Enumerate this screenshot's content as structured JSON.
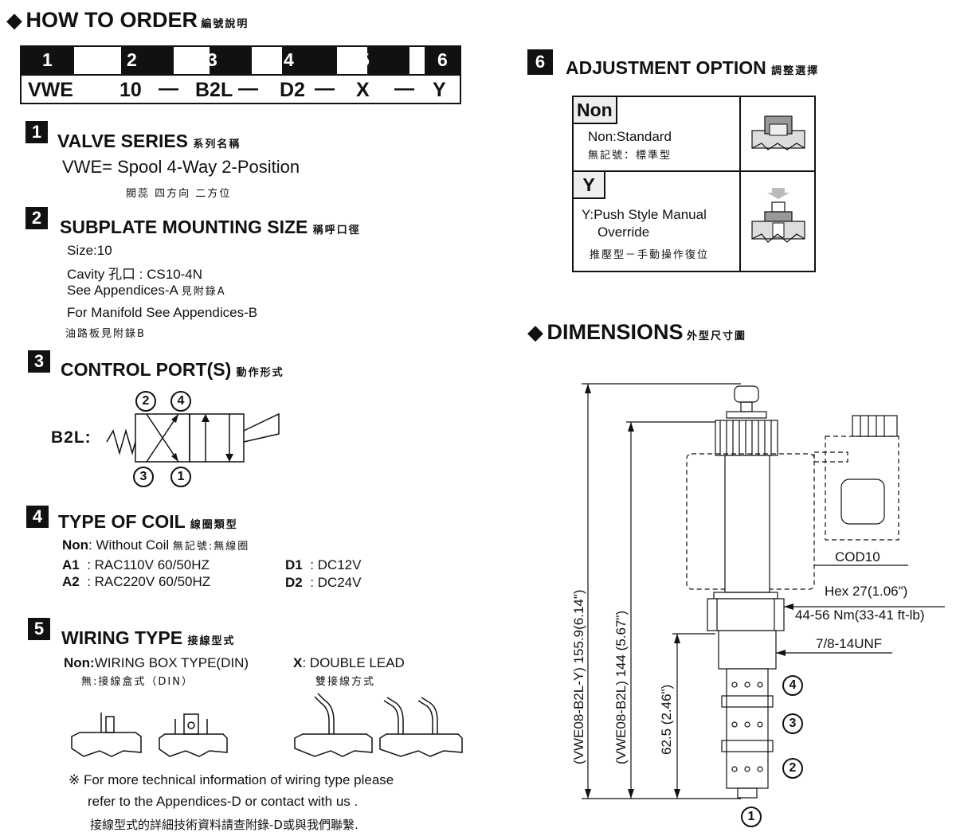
{
  "how_to_order": {
    "title": "HOW TO  ORDER",
    "title_zh": "編號說明",
    "positions": [
      "1",
      "2",
      "3",
      "4",
      "5",
      "6"
    ],
    "codes": [
      "VWE",
      "10",
      "B2L",
      "D2",
      "X",
      "Y"
    ],
    "dash": "—"
  },
  "valve_series": {
    "num": "1",
    "title": "VALVE SERIES",
    "title_zh": "系列名稱",
    "line1": "VWE= Spool 4-Way 2-Position",
    "line1_zh": "閥蕊 四方向 二方位"
  },
  "subplate": {
    "num": "2",
    "title": "SUBPLATE MOUNTING SIZE",
    "title_zh": "稱呼口徑",
    "size": "Size:10",
    "cavity": "Cavity 孔口 : CS10-4N",
    "see_a": "See Appendices-A",
    "see_a_zh": "見附錄A",
    "manifold": "For Manifold See Appendices-B",
    "manifold_zh": "油路板見附錄B"
  },
  "control_port": {
    "num": "3",
    "title": "CONTROL PORT(S)",
    "title_zh": "動作形式",
    "label": "B2L:",
    "ports": [
      "2",
      "4",
      "3",
      "1"
    ]
  },
  "coil": {
    "num": "4",
    "title": "TYPE OF COIL",
    "title_zh": "線圈類型",
    "non_code": "Non",
    "non_desc": ": Without Coil",
    "non_zh": "無記號:無線圈",
    "rows": [
      {
        "code": "A1",
        "desc": ": RAC110V  60/50HZ"
      },
      {
        "code": "A2",
        "desc": ": RAC220V  60/50HZ"
      },
      {
        "code": "D1",
        "desc": ": DC12V"
      },
      {
        "code": "D2",
        "desc": ": DC24V"
      }
    ]
  },
  "wiring": {
    "num": "5",
    "title": "WIRING TYPE",
    "title_zh": "接線型式",
    "non_code": "Non:",
    "non_desc": "WIRING BOX TYPE(DIN)",
    "non_zh": "無:接線盒式（DIN）",
    "x_code": "X",
    "x_desc": ": DOUBLE LEAD",
    "x_zh": "雙接線方式",
    "note1": "※ For more technical information of wiring type  please",
    "note2": "refer to the Appendices-D or contact with us .",
    "note_zh": "接線型式的詳細技術資料請查附錄-D或與我們聯繫."
  },
  "adjustment": {
    "num": "6",
    "title": "ADJUSTMENT OPTION",
    "title_zh": "調整選擇",
    "opt1_code": "Non",
    "opt1_desc": "Non:Standard",
    "opt1_zh": "無記號：標準型",
    "opt2_code": "Y",
    "opt2_desc1": "Y:Push Style Manual",
    "opt2_desc2": "Override",
    "opt2_zh": "推壓型－手動操作復位"
  },
  "dimensions": {
    "title": "DIMENSIONS",
    "title_zh": "外型尺寸圖",
    "dim1": "(VWE08-B2L-Y)  155.9(6.14\")",
    "dim2": "(VWE08-B2L)  144 (5.67\")",
    "dim3": "62.5 (2.46\")",
    "cod": "COD10",
    "hex": "Hex 27(1.06\")",
    "torque": "44-56 Nm(33-41 ft-lb)",
    "thread": "7/8-14UNF",
    "ports": [
      "4",
      "3",
      "2",
      "1"
    ]
  }
}
